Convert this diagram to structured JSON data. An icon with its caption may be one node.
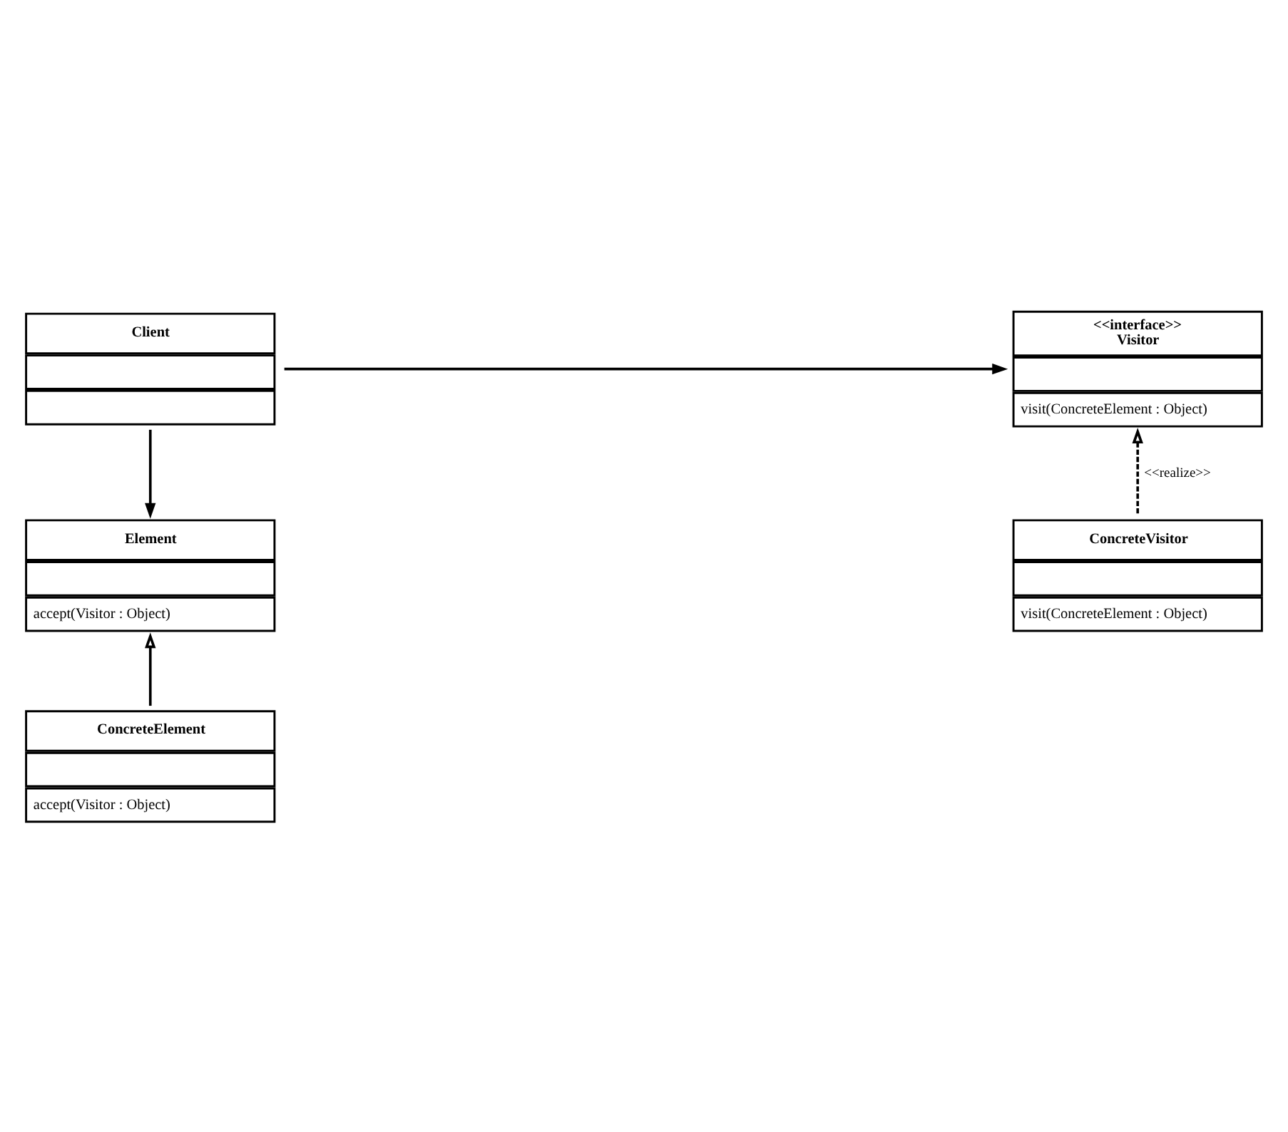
{
  "diagram": {
    "nodes": [
      {
        "text": [
          "Client"
        ]
      },
      {
        "text": [
          "<<interface>>",
          "Visitor",
          "visit(ConcreteElement : Object)"
        ]
      },
      {
        "text": [
          "Element",
          "accept(Visitor : Object)"
        ]
      },
      {
        "text": [
          "ConcreteVisitor",
          "visit(ConcreteElement : Object)"
        ]
      },
      {
        "text": [
          "ConcreteElement",
          "accept(Visitor : Object)"
        ]
      }
    ],
    "edges": [
      {
        "from": 0,
        "to": 1,
        "arrow": "to"
      },
      {
        "from": 0,
        "to": 2,
        "arrow": "to"
      },
      {
        "from": 3,
        "to": 1,
        "arrow": "to",
        "style": "dashed",
        "label": "<<realize>>"
      },
      {
        "from": 4,
        "to": 2,
        "arrow": "to"
      }
    ]
  }
}
